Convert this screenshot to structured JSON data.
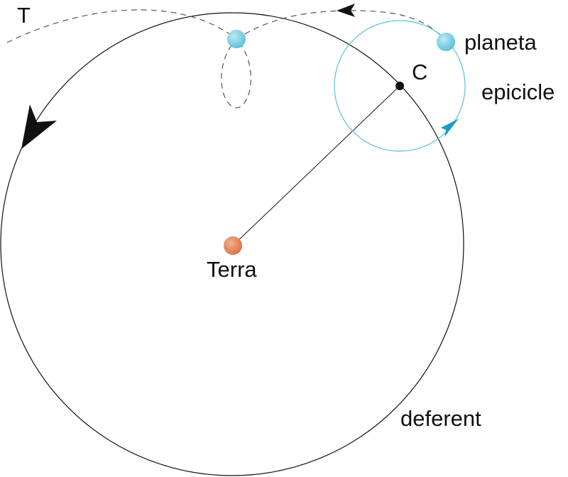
{
  "labels": {
    "trajectory": "T",
    "planet": "planeta",
    "center": "C",
    "epicycle": "epicicle",
    "earth": "Terra",
    "deferent": "deferent"
  },
  "colors": {
    "stroke": "#111111",
    "epicycle": "#5bc0d8",
    "planet": "#56bfd9",
    "planet_highlight": "#bfe9f4",
    "earth": "#d9703f",
    "earth_highlight": "#f2b08e",
    "epicycle_arrow": "#1b9bc2",
    "dashed_path": "#555555"
  }
}
